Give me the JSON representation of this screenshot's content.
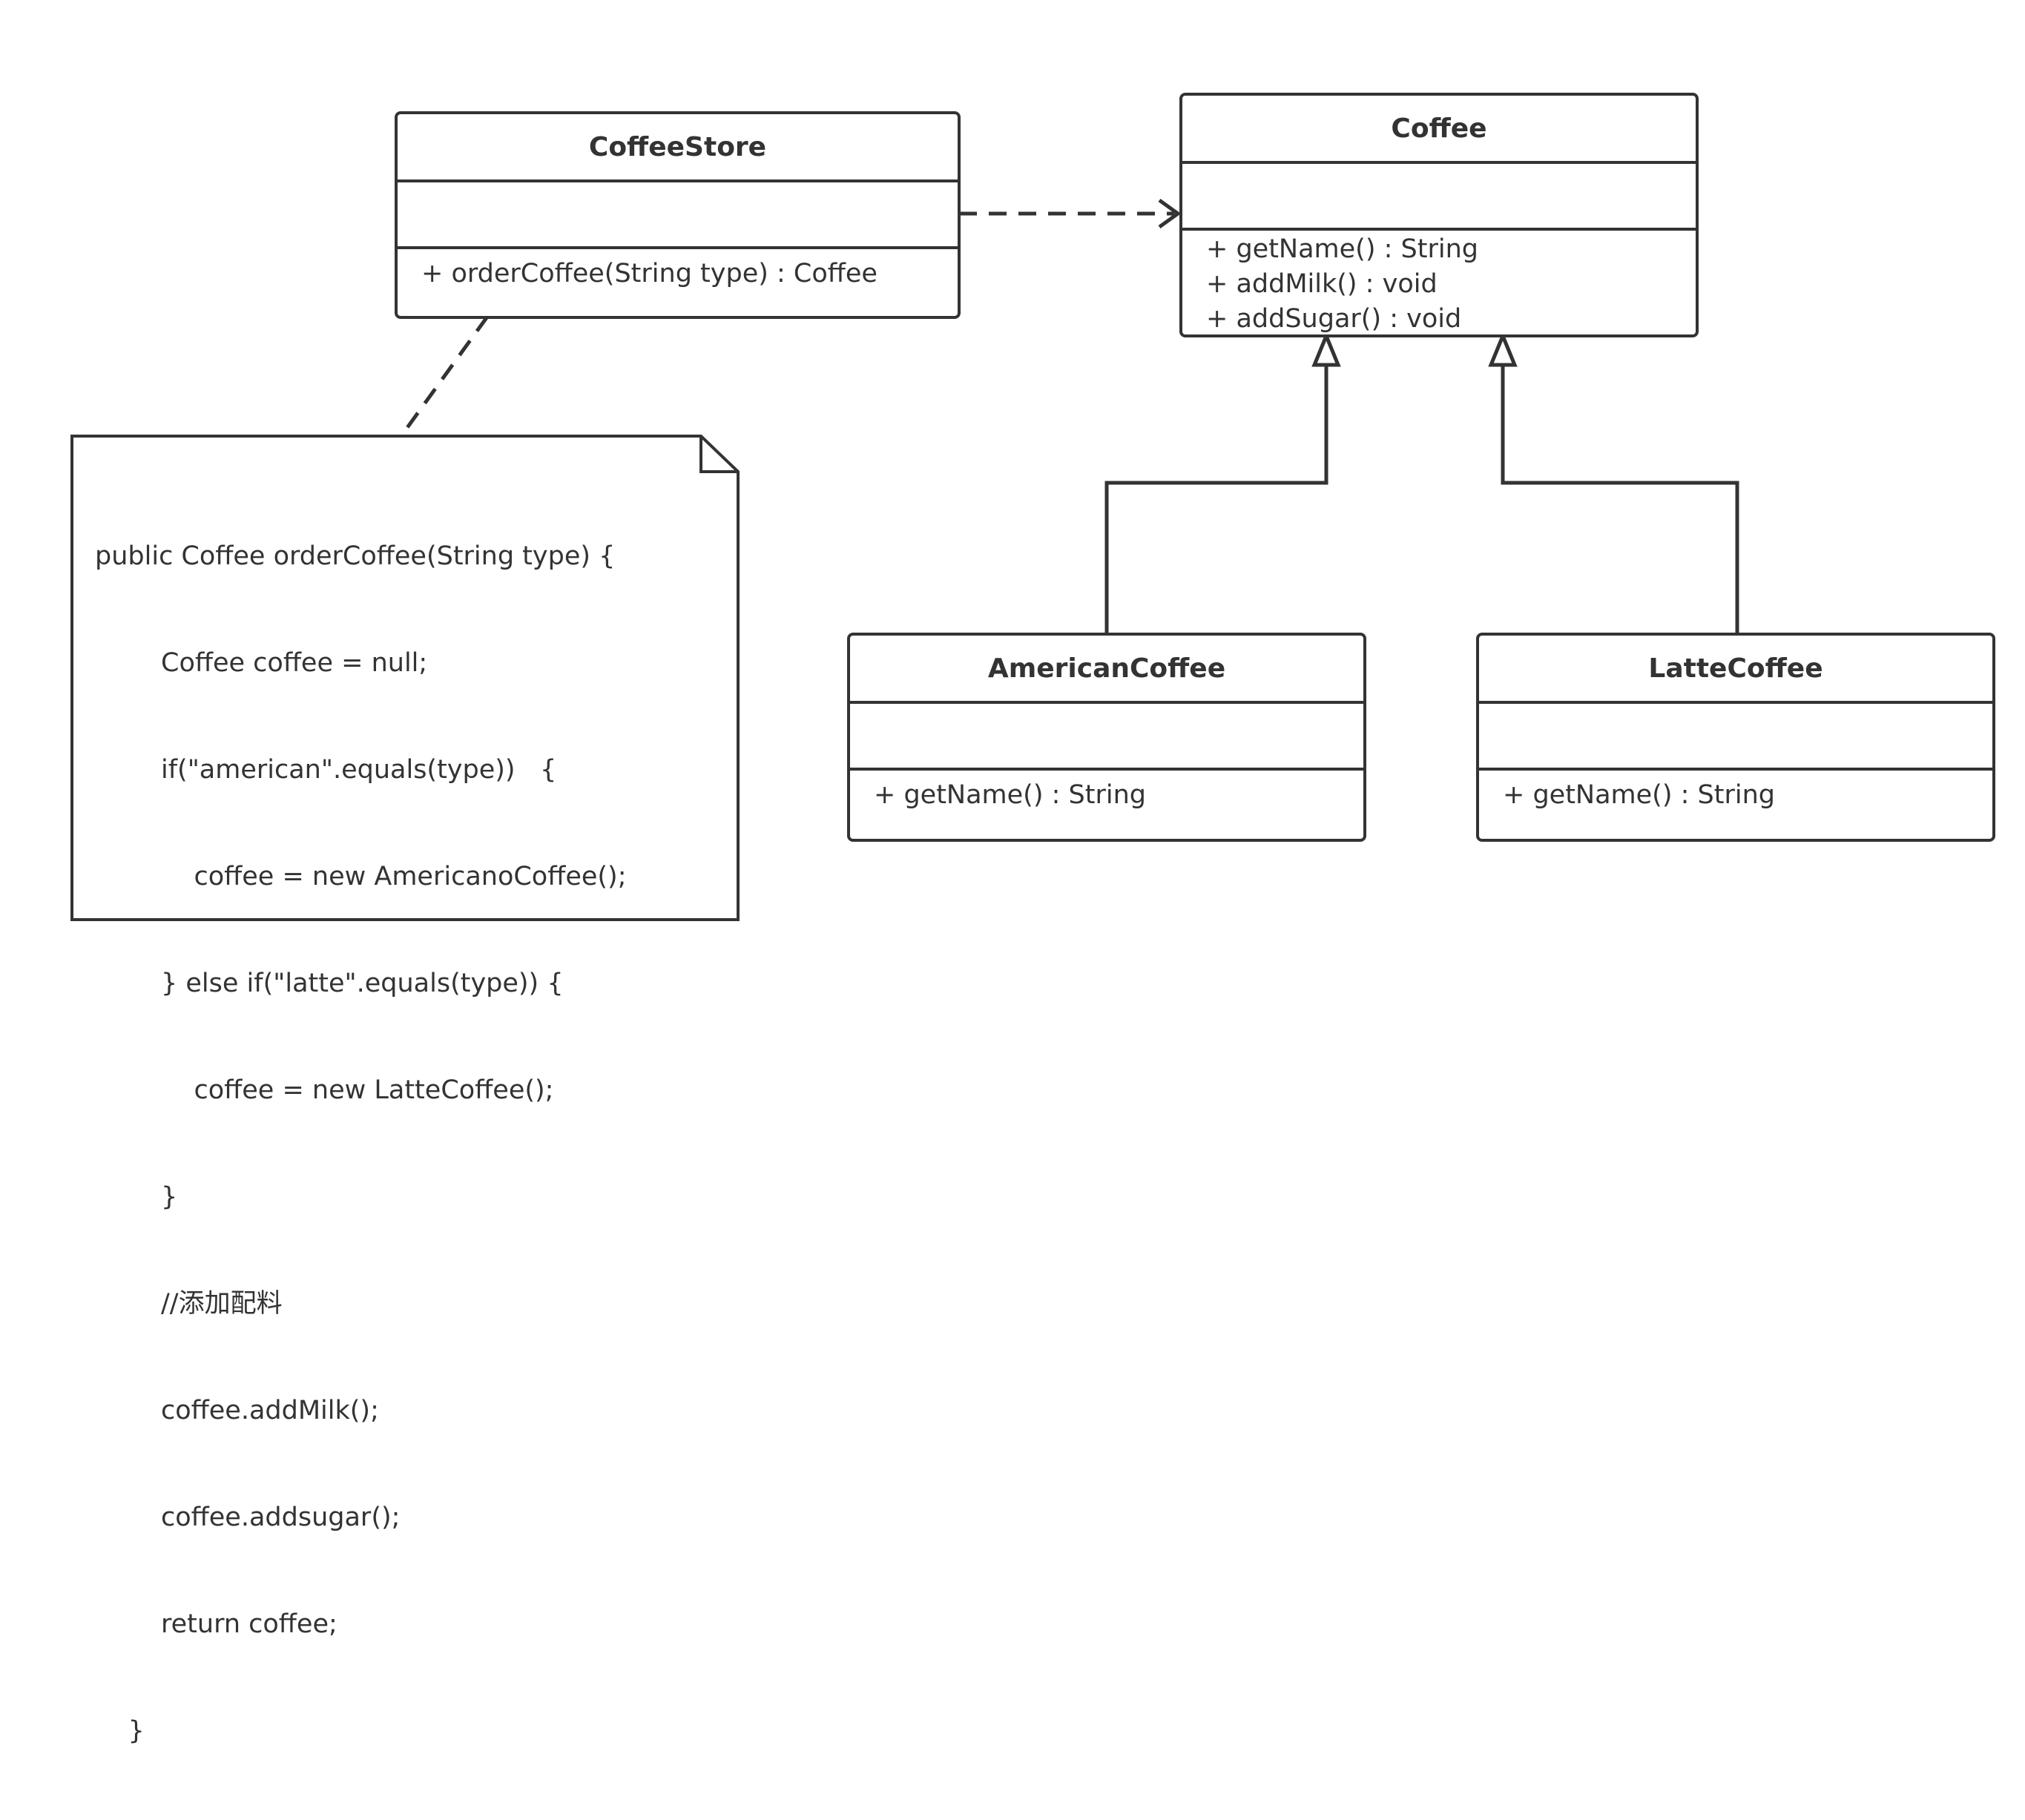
{
  "classes": {
    "coffee_store": {
      "name": "CoffeeStore",
      "operations": [
        "+ orderCoffee(String type) : Coffee"
      ]
    },
    "coffee": {
      "name": "Coffee",
      "operations": [
        "+ getName() : String",
        "+ addMilk() : void",
        "+ addSugar() : void"
      ]
    },
    "american_coffee": {
      "name": "AmericanCoffee",
      "operations": [
        "+ getName() : String"
      ]
    },
    "latte_coffee": {
      "name": "LatteCoffee",
      "operations": [
        "+ getName() : String"
      ]
    }
  },
  "note": {
    "lines": [
      "public Coffee orderCoffee(String type) {",
      "        Coffee coffee = null;",
      "        if(\"american\".equals(type))   {",
      "            coffee = new AmericanoCoffee();",
      "        } else if(\"latte\".equals(type)) {",
      "            coffee = new LatteCoffee();",
      "        }",
      "        //添加配料",
      "        coffee.addMilk();",
      "        coffee.addsugar();",
      "        return coffee;",
      "    }"
    ]
  },
  "relationships": [
    {
      "from": "CoffeeStore",
      "to": "Coffee",
      "kind": "dependency"
    },
    {
      "from": "AmericanCoffee",
      "to": "Coffee",
      "kind": "generalization"
    },
    {
      "from": "LatteCoffee",
      "to": "Coffee",
      "kind": "generalization"
    },
    {
      "from": "note",
      "to": "CoffeeStore",
      "kind": "note-anchor"
    }
  ],
  "colors": {
    "stroke": "#333333",
    "background": "#ffffff"
  }
}
